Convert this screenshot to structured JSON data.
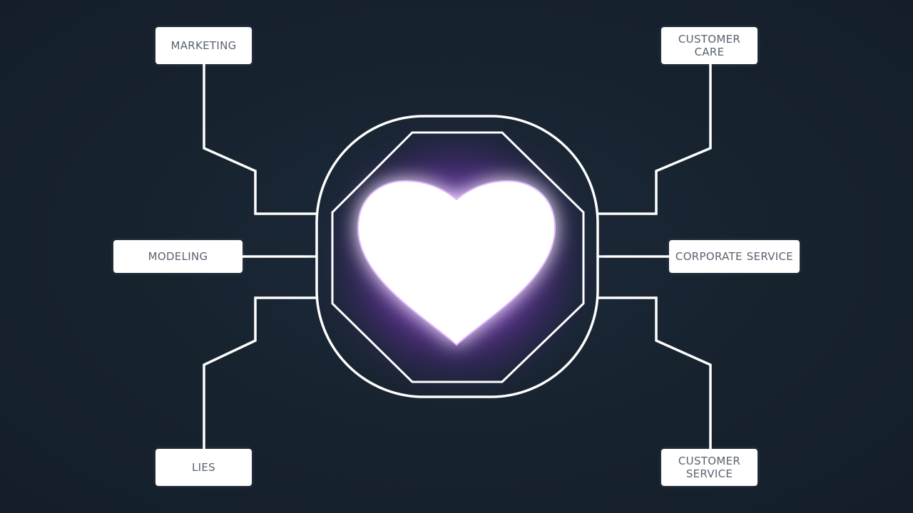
{
  "nodes": {
    "top_left": {
      "lines": [
        "MARKETING"
      ]
    },
    "top_right": {
      "lines": [
        "CUSTOMER",
        "CARE"
      ]
    },
    "mid_left": {
      "lines": [
        "MODELING"
      ]
    },
    "mid_right": {
      "lines": [
        "CORPORATE",
        "SERVICE"
      ]
    },
    "bottom_left": {
      "lines": [
        "LIES"
      ]
    },
    "bottom_right": {
      "lines": [
        "CUSTOMER",
        "SERVICE"
      ]
    }
  },
  "center": {
    "icon": "heart-icon"
  },
  "colors": {
    "background": "#152230",
    "accent_glow": "#b44cff",
    "line": "#ffffff"
  }
}
